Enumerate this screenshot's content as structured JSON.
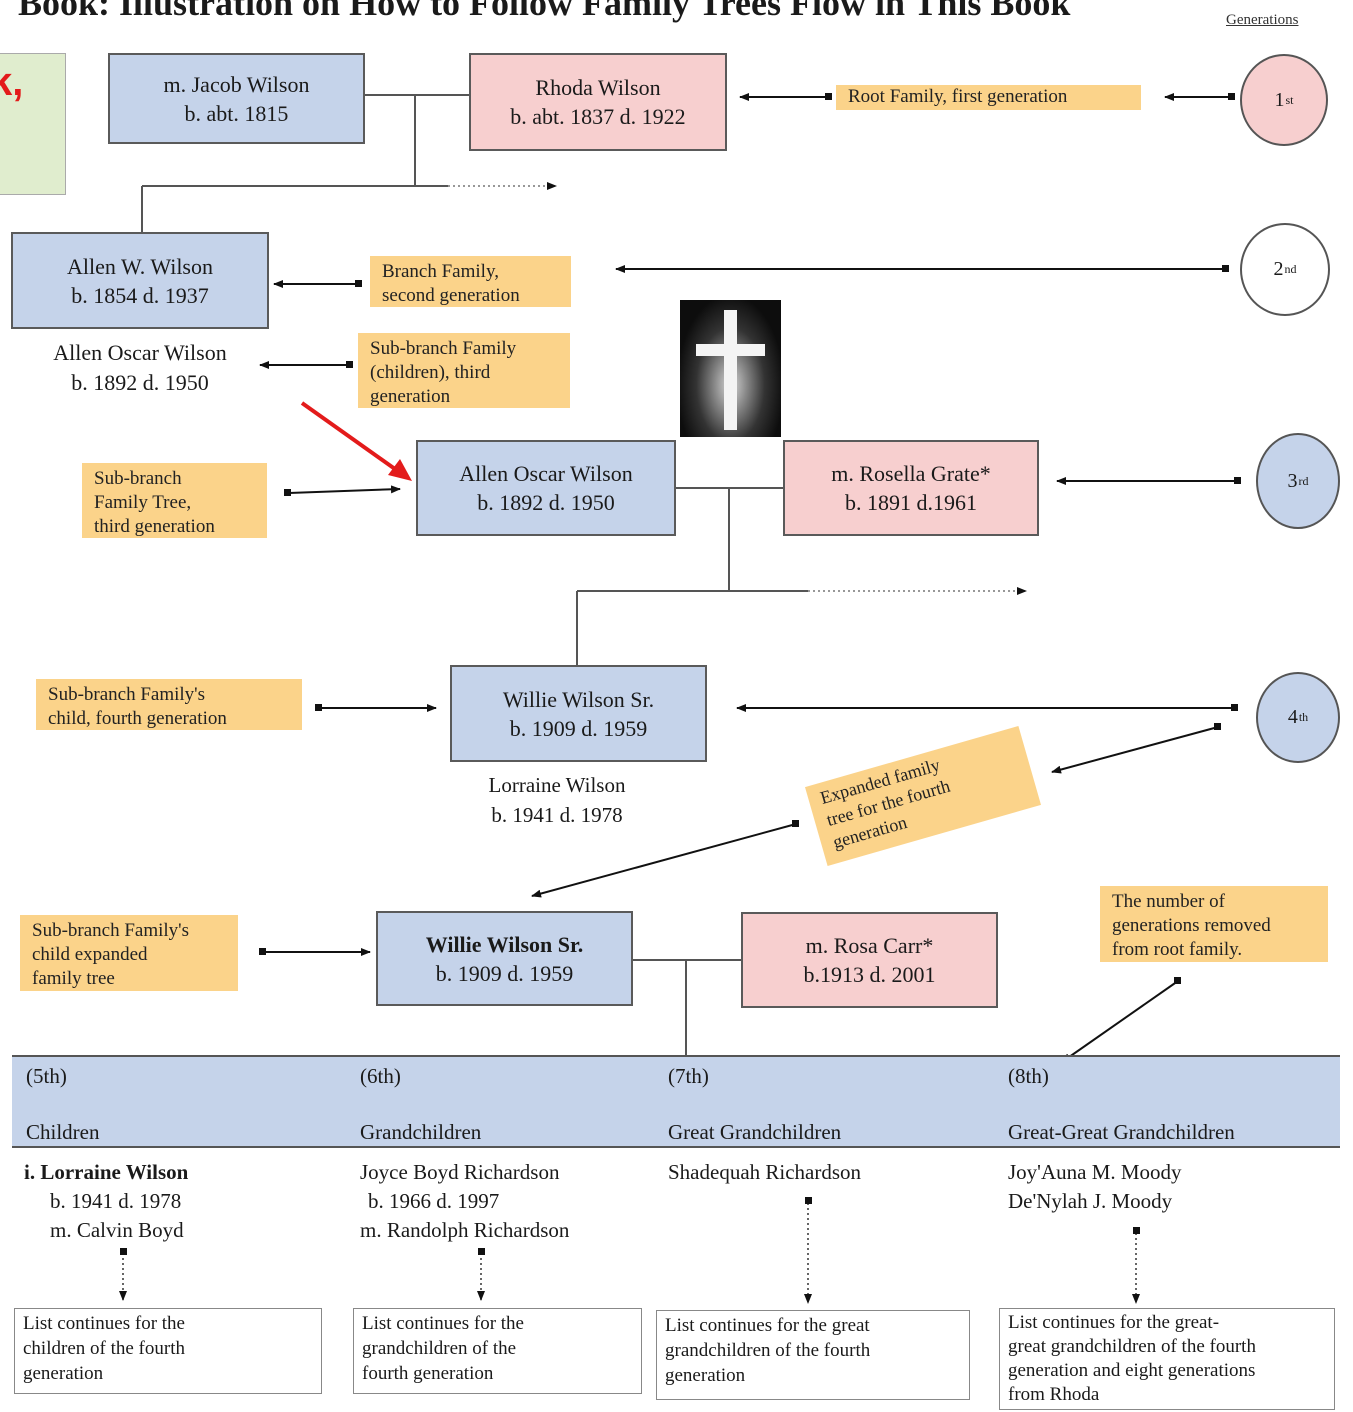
{
  "title": "Book: Illustration on How to Follow Family Trees Flow in This Book",
  "generations_label": "Generations",
  "corner_fragment": "k,",
  "generations": [
    "1",
    "2",
    "3",
    "4"
  ],
  "generation_suffixes": [
    "st",
    "nd",
    "rd",
    "th"
  ],
  "row1": {
    "jacob": [
      "m. Jacob Wilson",
      "b. abt. 1815"
    ],
    "rhoda": [
      "Rhoda Wilson",
      "b. abt. 1837  d. 1922"
    ],
    "note": "Root Family, first generation"
  },
  "row2": {
    "allen_w": [
      "Allen W. Wilson",
      "b. 1854  d. 1937"
    ],
    "note": [
      "Branch Family,",
      "second generation"
    ]
  },
  "row2b": {
    "allen_oscar_plain": [
      "Allen Oscar Wilson",
      "b. 1892  d. 1950"
    ],
    "note": [
      "Sub-branch Family",
      "(children), third",
      "generation"
    ]
  },
  "row3": {
    "note": [
      "Sub-branch",
      "Family Tree,",
      "third generation"
    ],
    "allen_oscar": [
      "Allen Oscar Wilson",
      "b. 1892  d. 1950"
    ],
    "rosella": [
      "m. Rosella Grate*",
      "b. 1891  d.1961"
    ]
  },
  "row4": {
    "note": [
      "Sub-branch Family's",
      "child, fourth generation"
    ],
    "willie": [
      "Willie Wilson Sr.",
      "b. 1909  d. 1959"
    ],
    "lorraine": [
      "Lorraine Wilson",
      "b. 1941  d. 1978"
    ],
    "expanded_note": [
      "Expanded family",
      "tree for the fourth",
      "generation"
    ]
  },
  "row5": {
    "note": [
      "Sub-branch Family's",
      "child expanded",
      "family tree"
    ],
    "willie": [
      "Willie Wilson Sr.",
      "b. 1909  d. 1959"
    ],
    "rosa": [
      "m. Rosa Carr*",
      "b.1913  d. 2001"
    ],
    "removed_note": [
      "The number of",
      "generations removed",
      "from root family."
    ]
  },
  "columns": [
    {
      "gen": "(5th)",
      "label": "Children",
      "lines": [
        "i. Lorraine Wilson",
        "b. 1941  d. 1978",
        "m. Calvin Boyd"
      ],
      "continues": [
        "List continues for  the",
        "children of the fourth",
        "generation"
      ]
    },
    {
      "gen": "(6th)",
      "label": "Grandchildren",
      "lines": [
        "Joyce Boyd Richardson",
        "b. 1966  d. 1997",
        "m. Randolph Richardson"
      ],
      "continues": [
        "List continues for  the",
        "grandchildren of the",
        "fourth generation"
      ]
    },
    {
      "gen": "(7th)",
      "label": "Great  Grandchildren",
      "lines": [
        "Shadequah Richardson"
      ],
      "continues": [
        "List continues for  the  great",
        "grandchildren of the fourth",
        "generation"
      ]
    },
    {
      "gen": "(8th)",
      "label": "Great-Great Grandchildren",
      "lines": [
        "Joy'Auna M. Moody",
        "De'Nylah J. Moody"
      ],
      "continues": [
        "List continues for  the  great-",
        "great  grandchildren of the fourth",
        "generation and eight generations",
        "from Rhoda"
      ]
    }
  ],
  "colors": {
    "person_blue": "#c5d3ea",
    "spouse_pink": "#f7cfcf",
    "note_orange": "#fbd38a",
    "pointer_red": "#e31b1b",
    "corner_green": "#e0edce"
  }
}
